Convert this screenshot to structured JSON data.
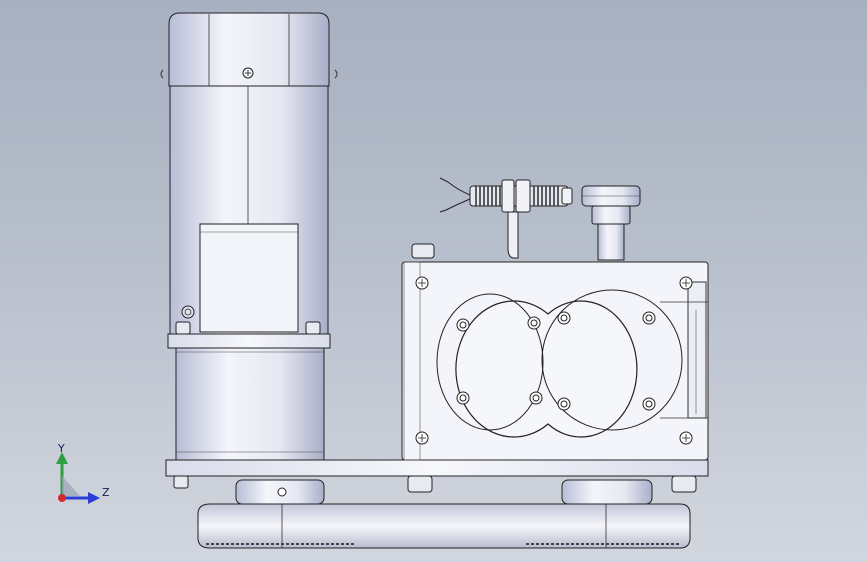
{
  "viewport": {
    "background_top": "#a7b0c1",
    "background_bottom": "#d2d6de"
  },
  "model": {
    "components": [
      "motor-housing",
      "motor-gearbox",
      "proximity-sensor",
      "pressure-gauge",
      "twin-rotor-pump",
      "base-plate",
      "drive-belt",
      "pulleys"
    ]
  },
  "triad": {
    "y_label": "Y",
    "z_label": "Z",
    "y_color": "#2ea043",
    "z_color": "#2b3fd6",
    "x_color": "#d22b2b"
  }
}
